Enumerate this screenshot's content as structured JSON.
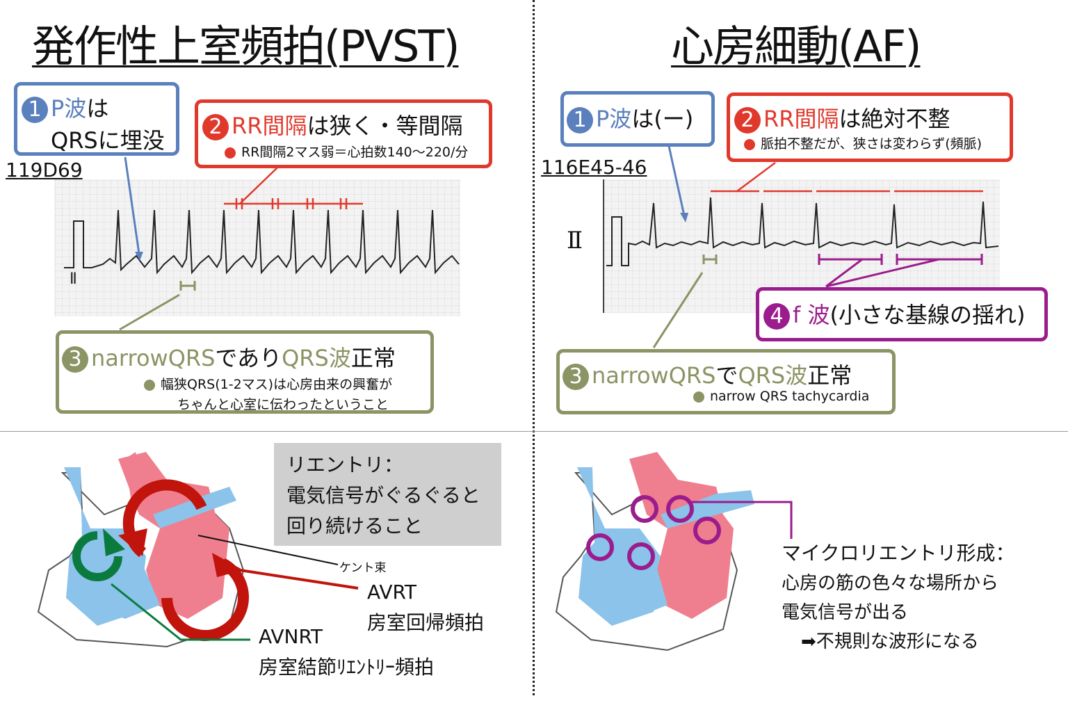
{
  "left": {
    "title": "発作性上室頻拍(PVST)",
    "reference": "119D69",
    "box1": {
      "num": "1",
      "colored": "P波",
      "rest": "は",
      "line2": "QRSに埋没"
    },
    "box2": {
      "num": "2",
      "colored": "RR間隔",
      "rest": "は狭く・等間隔",
      "note": "RR間隔2マス弱＝心拍数140〜220/分"
    },
    "box3": {
      "num": "3",
      "colored1": "narrowQRS",
      "mid": "であり",
      "colored2": "QRS波",
      "rest": "正常",
      "note1": "幅狭QRS(1-2マス)は心房由来の興奮が",
      "note2": "ちゃんと心室に伝わったということ"
    },
    "reentry_box": {
      "line1": "リエントリ：",
      "line2": "電気信号がぐるぐると",
      "line3": "回り続けること"
    },
    "kent_label": "ケント束",
    "avrt": {
      "abbr": "AVRT",
      "name": "房室回帰頻拍"
    },
    "avnrt": {
      "abbr": "AVNRT",
      "name": "房室結節ﾘｴﾝﾄﾘｰ頻拍"
    }
  },
  "right": {
    "title": "心房細動(AF)",
    "reference": "116E45-46",
    "lead_label": "Ⅱ",
    "box1": {
      "num": "1",
      "colored": "P波",
      "rest": "は(ー)"
    },
    "box2": {
      "num": "2",
      "colored": "RR間隔",
      "rest": "は絶対不整",
      "note": "脈拍不整だが、狭さは変わらず(頻脈)"
    },
    "box3": {
      "num": "3",
      "colored1": "narrowQRS",
      "mid": "で",
      "colored2": "QRS波",
      "rest": "正常",
      "note": "narrow  QRS tachycardia"
    },
    "box4": {
      "num": "4",
      "colored": "f 波",
      "rest": "(小さな基線の揺れ)"
    },
    "micro": {
      "line1": "マイクロリエントリ形成：",
      "line2": "心房の筋の色々な場所から",
      "line3": "電気信号が出る",
      "line4": "➡不規則な波形になる"
    }
  },
  "colors": {
    "blue": "#5a80bd",
    "red": "#e0392c",
    "olive": "#8a9464",
    "purple": "#9b1c8c",
    "dark_red": "#c0140c",
    "green": "#0b7a3e"
  }
}
